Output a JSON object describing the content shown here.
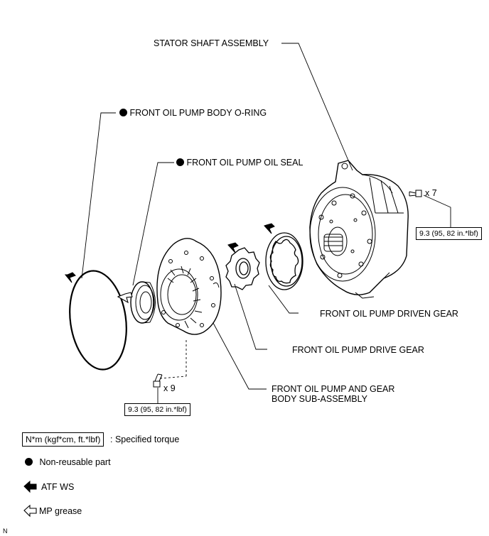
{
  "labels": {
    "stator_shaft": "STATOR SHAFT ASSEMBLY",
    "body_oring": "FRONT OIL PUMP BODY O-RING",
    "oil_seal": "FRONT OIL PUMP OIL SEAL",
    "driven_gear": "FRONT OIL PUMP DRIVEN GEAR",
    "drive_gear": "FRONT OIL PUMP DRIVE GEAR",
    "pump_body_line1": "FRONT OIL PUMP AND GEAR",
    "pump_body_line2": "BODY SUB-ASSEMBLY"
  },
  "bolts": {
    "stator_qty": "x 7",
    "stator_torque": "9.3 (95, 82 in.*lbf)",
    "pump_qty": "x 9",
    "pump_torque": "9.3 (95, 82 in.*lbf)"
  },
  "legend": {
    "torque_box": "N*m (kgf*cm, ft.*lbf)",
    "torque_text": ": Specified torque",
    "nonreusable": "Non-reusable part",
    "atf": "ATF WS",
    "mp": "MP grease"
  },
  "corner_mark": "N"
}
